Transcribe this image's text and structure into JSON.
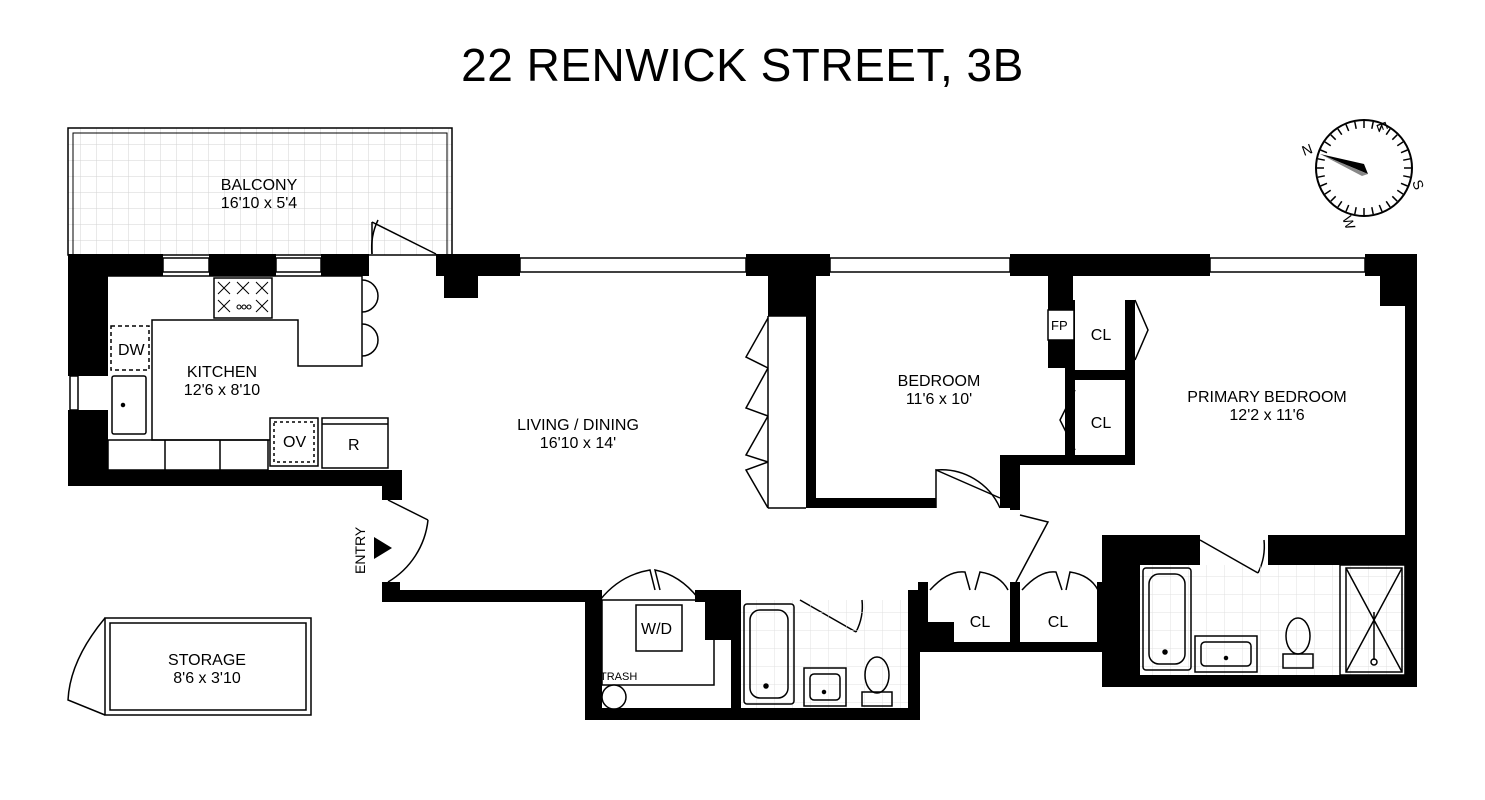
{
  "title": "22 RENWICK STREET, 3B",
  "rooms": {
    "balcony": {
      "name": "BALCONY",
      "dims": "16'10 x 5'4"
    },
    "kitchen": {
      "name": "KITCHEN",
      "dims": "12'6 x 8'10"
    },
    "living": {
      "name": "LIVING / DINING",
      "dims": "16'10 x 14'"
    },
    "bedroom": {
      "name": "BEDROOM",
      "dims": "11'6 x 10'"
    },
    "primary": {
      "name": "PRIMARY BEDROOM",
      "dims": "12'2 x 11'6"
    },
    "storage": {
      "name": "STORAGE",
      "dims": "8'6 x 3'10"
    }
  },
  "fixtures": {
    "dw": "DW",
    "ov": "OV",
    "r": "R",
    "fp": "FP",
    "wd": "W/D",
    "trash": "TRASH",
    "entry": "ENTRY",
    "closet": "CL"
  },
  "compass": {
    "n": "N",
    "e": "E",
    "s": "S",
    "w": "W"
  },
  "colors": {
    "wall": "#000000",
    "background": "#ffffff",
    "grid": "#cfcfcf",
    "tile": "#dddddd"
  }
}
